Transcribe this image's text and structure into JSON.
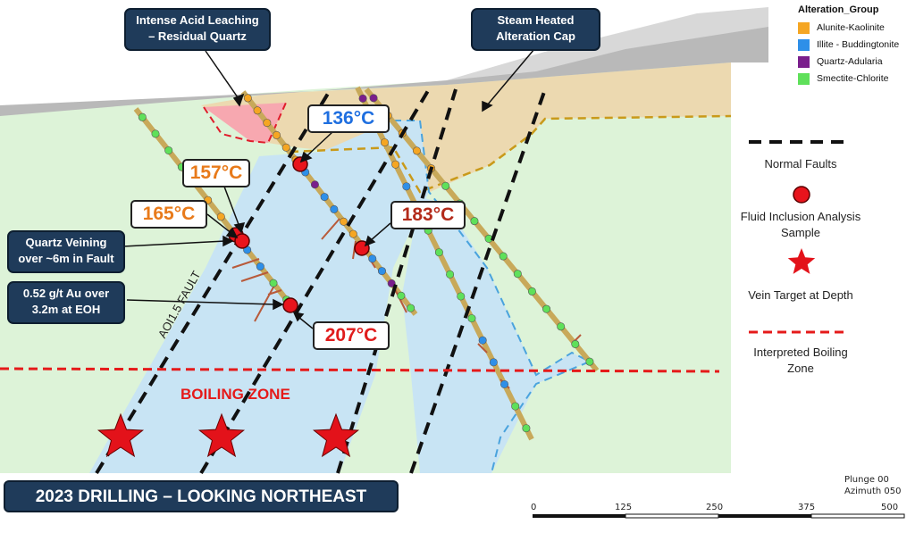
{
  "callouts": {
    "acid": "Intense Acid Leaching – Residual Quartz",
    "steam": "Steam Heated Alteration Cap",
    "quartz_vein": "Quartz Veining over ~6m in Fault",
    "au": "0.52 g/t Au over 3.2m at EOH"
  },
  "temperatures": {
    "t136": "136°C",
    "t157": "157°C",
    "t165": "165°C",
    "t183": "183°C",
    "t207": "207°C"
  },
  "fault_label": "AOI1.5 FAULT",
  "boiling_label": "BOILING ZONE",
  "legend": {
    "title": "Alteration_Group",
    "items": [
      {
        "label": "Alunite-Kaolinite",
        "color": "#f5a623"
      },
      {
        "label": "Illite - Buddingtonite",
        "color": "#2e8fe8"
      },
      {
        "label": "Quartz-Adularia",
        "color": "#7a1f8c"
      },
      {
        "label": "Smectite-Chlorite",
        "color": "#5fe05a"
      }
    ]
  },
  "key": {
    "normal_faults": "Normal Faults",
    "fluid_inclusion": "Fluid Inclusion Analysis Sample",
    "vein_target": "Vein Target at Depth",
    "boiling_zone": "Interpreted Boiling Zone"
  },
  "banner": "2023 DRILLING – LOOKING NORTHEAST",
  "orientation": {
    "plunge": "Plunge 00",
    "azimuth": "Azimuth 050"
  },
  "scale_ticks": [
    "0",
    "125",
    "250",
    "375",
    "500"
  ],
  "colors": {
    "illite_zone": "#c8e4f4",
    "smectite_zone": "#ddf3d8",
    "steam_cap": "#ecd9b0",
    "acid_zone": "#f7a8b0",
    "fault": "#111111",
    "boiling_line": "#e51a1a",
    "inclusion": "#e8141c",
    "star": "#e3121a"
  }
}
